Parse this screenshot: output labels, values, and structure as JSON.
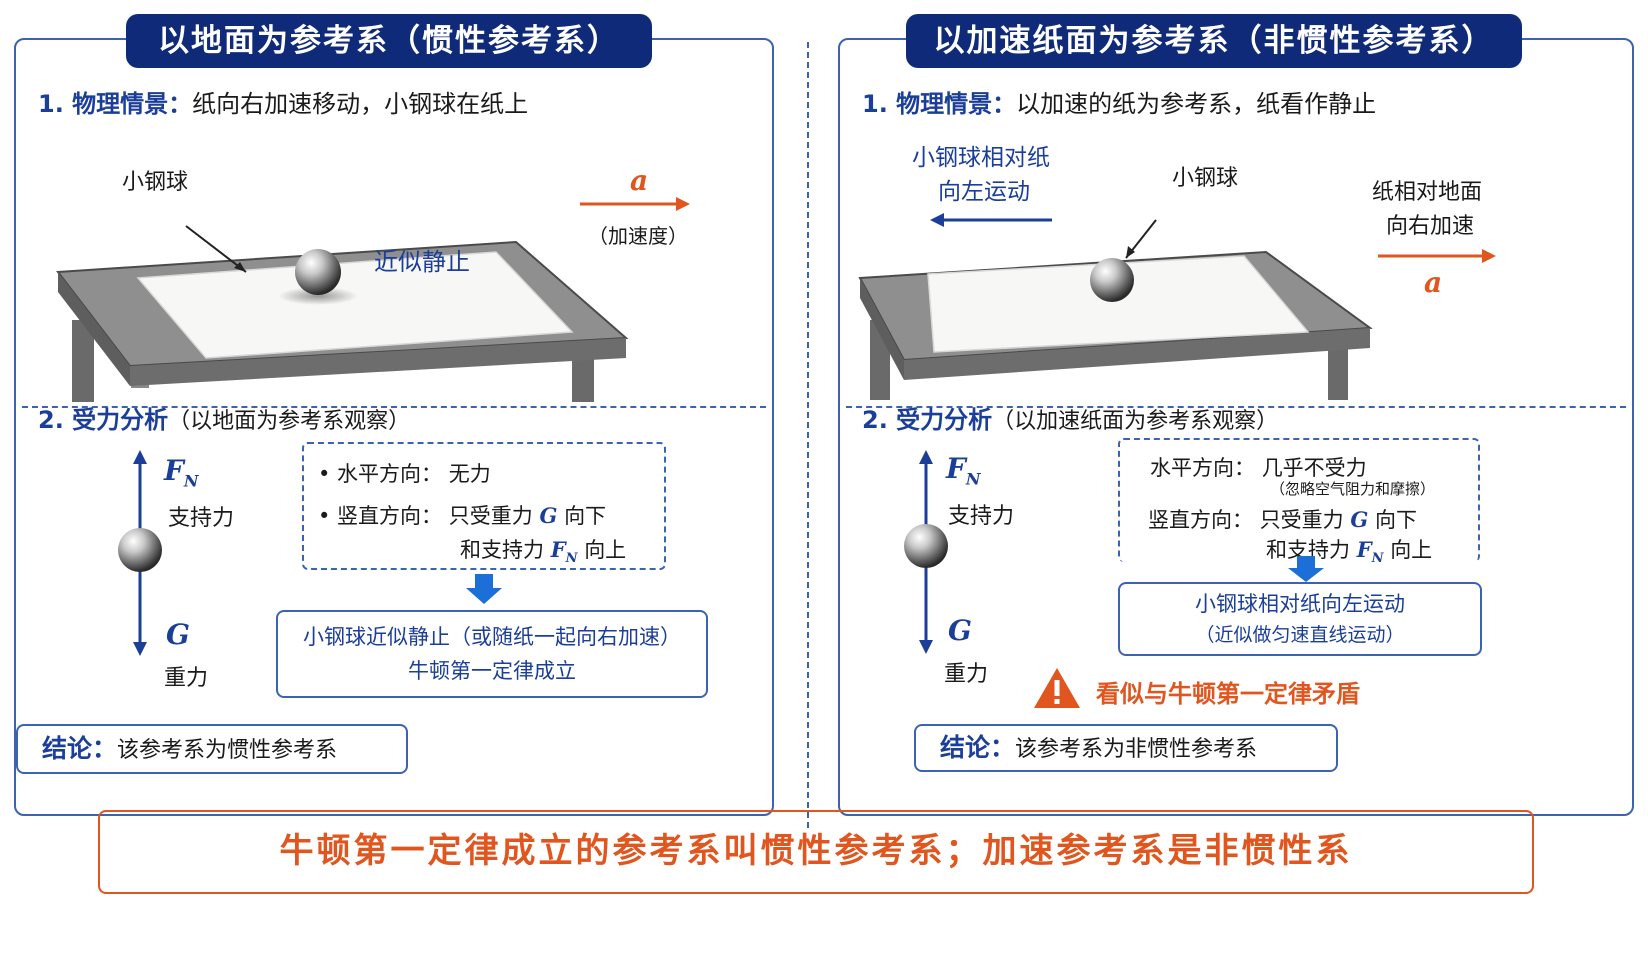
{
  "left": {
    "title": "以地面为参考系（惯性参考系）",
    "s1_num": "1. 物理情景：",
    "s1_text": "纸向右加速移动，小钢球在纸上",
    "ball_label": "小钢球",
    "near_rest": "近似静止",
    "acc_symbol": "a",
    "acc_label": "（加速度）",
    "s2_num": "2. 受力分析",
    "s2_sub": "（以地面为参考系观察）",
    "fn_symbol": "F",
    "fn_sub": "N",
    "support_label": "支持力",
    "g_symbol": "G",
    "gravity_label": "重力",
    "info_h_label": "• 水平方向：",
    "info_h_value": "无力",
    "info_v_label": "• 竖直方向：",
    "info_v_value1": "只受重力",
    "info_v_g": "G",
    "info_v_dir1": "向下",
    "info_v_value2": "和支持力",
    "info_v_fn": "F",
    "info_v_fn_sub": "N",
    "info_v_dir2": "向上",
    "result_line1": "小钢球近似静止（或随纸一起向右加速）",
    "result_line2": "牛顿第一定律成立",
    "conclusion_key": "结论：",
    "conclusion_text": "该参考系为惯性参考系"
  },
  "right": {
    "title": "以加速纸面为参考系（非惯性参考系）",
    "s1_num": "1. 物理情景：",
    "s1_text": "以加速的纸为参考系，纸看作静止",
    "rel_line1": "小钢球相对纸",
    "rel_line2": "向左运动",
    "ball_label": "小钢球",
    "paper_line1": "纸相对地面",
    "paper_line2": "向右加速",
    "acc_symbol": "a",
    "s2_num": "2. 受力分析",
    "s2_sub": "（以加速纸面为参考系观察）",
    "fn_symbol": "F",
    "fn_sub": "N",
    "support_label": "支持力",
    "g_symbol": "G",
    "gravity_label": "重力",
    "info_h_label": "水平方向：",
    "info_h_value": "几乎不受力",
    "info_h_note": "（忽略空气阻力和摩擦）",
    "info_v_label": "竖直方向：",
    "info_v_value1": "只受重力",
    "info_v_g": "G",
    "info_v_dir1": "向下",
    "info_v_value2": "和支持力",
    "info_v_fn": "F",
    "info_v_fn_sub": "N",
    "info_v_dir2": "向上",
    "result_line1": "小钢球相对纸向左运动",
    "result_line2": "（近似做匀速直线运动）",
    "warn_text": "看似与牛顿第一定律矛盾",
    "conclusion_key": "结论：",
    "conclusion_text": "该参考系为非惯性参考系"
  },
  "footer": "牛顿第一定律成立的参考系叫惯性参考系；加速参考系是非惯性系",
  "colors": {
    "navy": "#0f2a78",
    "blue": "#1b3f99",
    "border": "#3b64b0",
    "orange": "#e0561e"
  }
}
